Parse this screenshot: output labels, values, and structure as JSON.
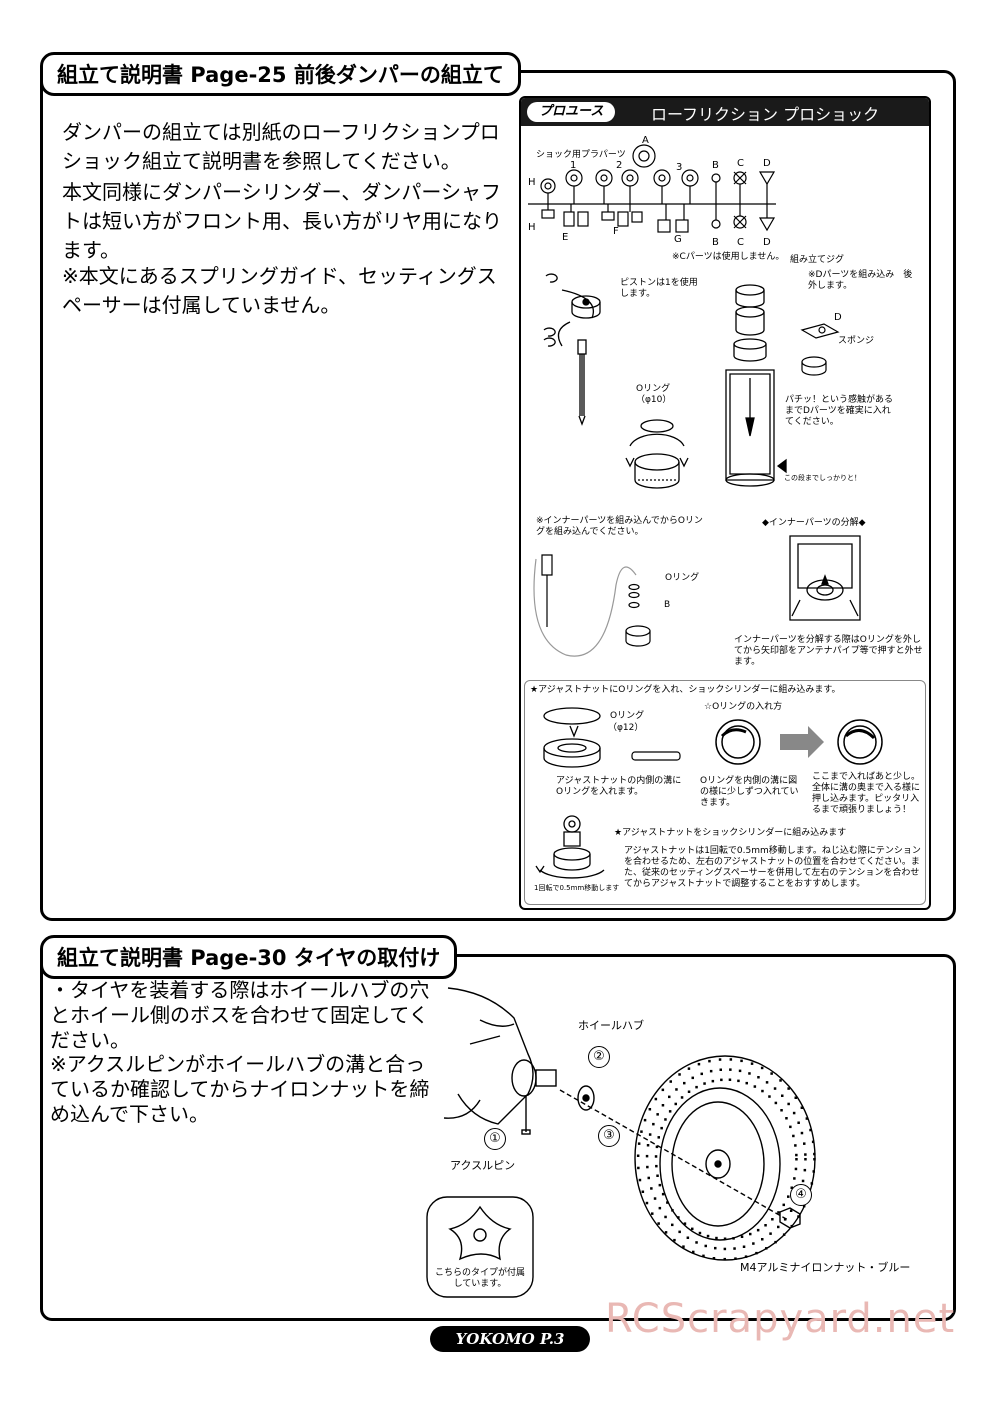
{
  "section1": {
    "tab_title": "組立て説明書 Page-25 前後ダンパーの組立て",
    "para1": "ダンパーの組立ては別紙のローフリクションプロショック組立て説明書を参照してください。",
    "para2": "本文同様にダンパーシリンダー、ダンパーシャフトは短い方がフロント用、長い方がリヤ用になります。",
    "para3": "※本文にあるスプリングガイド、セッティングスペーサーは付属していません。"
  },
  "pro_box": {
    "badge": "プロユース",
    "title": "ローフリクション プロショック",
    "parts_label": "ショック用プラパーツ",
    "letter_a": "A",
    "letters_top": [
      "H",
      "1",
      "2",
      "3",
      "B",
      "C",
      "D"
    ],
    "letters_bottom": [
      "H",
      "E",
      "F",
      "G",
      "B",
      "C",
      "D"
    ],
    "c_note": "※Cパーツは使用しません。",
    "piston_note": "ピストンは1を使用します。",
    "jig_label": "組み立てジグ",
    "d_note": "※Dパーツを組み込み　後外します。",
    "d_label": "D",
    "sponge_label": "スポンジ",
    "oring10_label": "Oリング",
    "oring10_size": "（φ10）",
    "click_note": "パチッ！という感触があるまでDパーツを確実に入れてください。",
    "bottom_note": "この段までしっかりと！",
    "inner_note": "※インナーパーツを組み込んでからOリングを組み込んでください。",
    "inner_disassembly_title": "◆インナーパーツの分解◆",
    "oring_label": "Oリング",
    "b_label": "B",
    "disassembly_note": "インナーパーツを分解する際はOリングを外してから矢印部をアンテナパイプ等で押すと外せます。",
    "adjust_title": "★アジャストナットにOリングを入れ、ショックシリンダーに組み込みます。",
    "oring12_label": "Oリング",
    "oring12_size": "（φ12）",
    "oring_howto": "☆Oリングの入れ方",
    "adjust_groove_note": "アジャストナットの内側の溝にOリングを入れます。",
    "oring_insert_note": "Oリングを内側の溝に図の様に少しずつ入れていきます。",
    "almost_note": "ここまで入ればあと少し。全体に溝の奥まで入る様に押し込みます。ピッタリ入るまで頑張りましょう！",
    "adjust_into_title": "★アジャストナットをショックシリンダーに組み込みます",
    "adjust_detail": "アジャストナットは1回転で0.5mm移動します。ねじ込む際にテンションを合わせるため、左右のアジャストナットの位置を合わせてください。また、従来のセッティングスペーサーを併用して左右のテンションを合わせてからアジャストナットで調整することをおすすめします。",
    "rotation_note": "1回転で0.5mm移動します"
  },
  "section2": {
    "tab_title": "組立て説明書 Page-30 タイヤの取付け",
    "para1": "・タイヤを装着する際はホイールハブの穴とホイール側のボスを合わせて固定してください。",
    "para2": "※アクスルピンがホイールハブの溝と合っているか確認してからナイロンナットを締め込んで下さい。",
    "label_hub": "ホイールハブ",
    "label_axle_pin": "アクスルピン",
    "label_nut": "M4アルミナイロンナット・ブルー",
    "type_note": "こちらのタイプが付属しています。",
    "num1": "①",
    "num2": "②",
    "num3": "③",
    "num4": "④"
  },
  "footer": {
    "page": "YOKOMO P.3"
  },
  "watermark": "RCScrapyard.net"
}
